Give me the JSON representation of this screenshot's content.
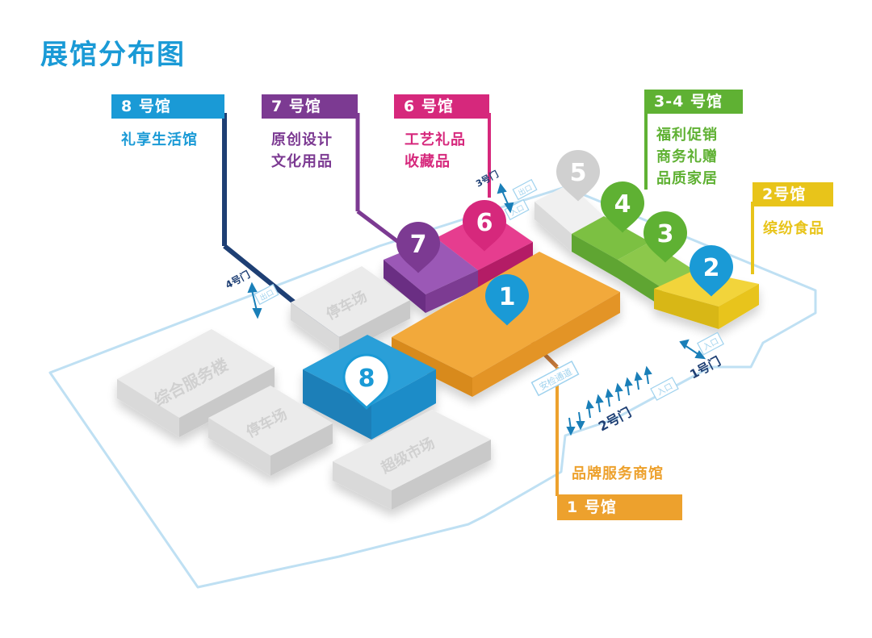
{
  "page": {
    "title": "展馆分布图"
  },
  "colors": {
    "title": "#1a9ad6",
    "hall8": "#1a9ad6",
    "hall7": "#7c3a92",
    "hall6": "#d6287c",
    "hall34": "#5fb133",
    "hall2": "#e8c41a",
    "hall1": "#eda12d",
    "hall5": "#d0d0d0",
    "outline": "#bfe0f3",
    "building": "#ebebeb"
  },
  "halls": [
    {
      "id": "8",
      "tag": "8 号馆",
      "lines": [
        "礼享生活馆"
      ]
    },
    {
      "id": "7",
      "tag": "7 号馆",
      "lines": [
        "原创设计",
        "文化用品"
      ]
    },
    {
      "id": "6",
      "tag": "6 号馆",
      "lines": [
        "工艺礼品",
        "收藏品"
      ]
    },
    {
      "id": "34",
      "tag": "3-4 号馆",
      "lines": [
        "福利促销",
        "商务礼赠",
        "品质家居"
      ]
    },
    {
      "id": "2",
      "tag": "2号馆",
      "lines": [
        "缤纷食品"
      ]
    },
    {
      "id": "1",
      "tag": "1 号馆",
      "lines": [
        "品牌服务商馆"
      ]
    }
  ],
  "pins": [
    {
      "label": "8",
      "icon": "map-pin-icon"
    },
    {
      "label": "7",
      "icon": "map-pin-icon"
    },
    {
      "label": "6",
      "icon": "map-pin-icon"
    },
    {
      "label": "5",
      "icon": "map-pin-icon"
    },
    {
      "label": "4",
      "icon": "map-pin-icon"
    },
    {
      "label": "3",
      "icon": "map-pin-icon"
    },
    {
      "label": "2",
      "icon": "map-pin-icon"
    },
    {
      "label": "1",
      "icon": "map-pin-icon"
    }
  ],
  "buildings": {
    "service": "综合服务楼",
    "parking_top": "停车场",
    "parking_bottom": "停车场",
    "supermarket": "超级市场"
  },
  "gates": {
    "gate1": "1号门",
    "gate2": "2号门",
    "gate3": "3号门",
    "gate4": "4号门",
    "security": "安检通道",
    "entry": "入口",
    "exit": "出口"
  }
}
